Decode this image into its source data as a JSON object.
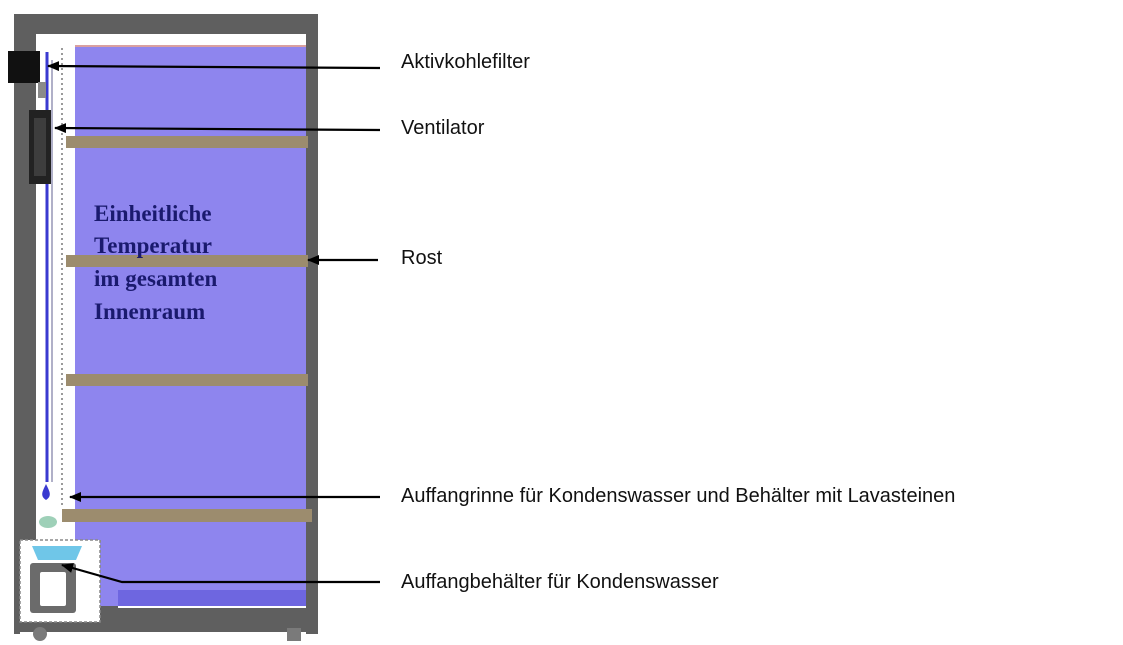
{
  "diagram": {
    "center_text": [
      "Einheitliche",
      "Temperatur",
      "im gesamten",
      "Innenraum"
    ],
    "labels": {
      "aktivkohlefilter": "Aktivkohlefilter",
      "ventilator": "Ventilator",
      "rost": "Rost",
      "auffangrinne": "Auffangrinne für Kondenswasser und Behälter mit Lavasteinen",
      "auffangbehaelter": "Auffangbehälter für Kondenswasser"
    },
    "colors": {
      "interior": "#8e85ee",
      "cabinet": "#5f5f5f",
      "shelf": "#9c8c6e",
      "center_text": "#1a1a6e",
      "air_duct": "#3a3ad0",
      "water": "#6fc6e8"
    }
  }
}
